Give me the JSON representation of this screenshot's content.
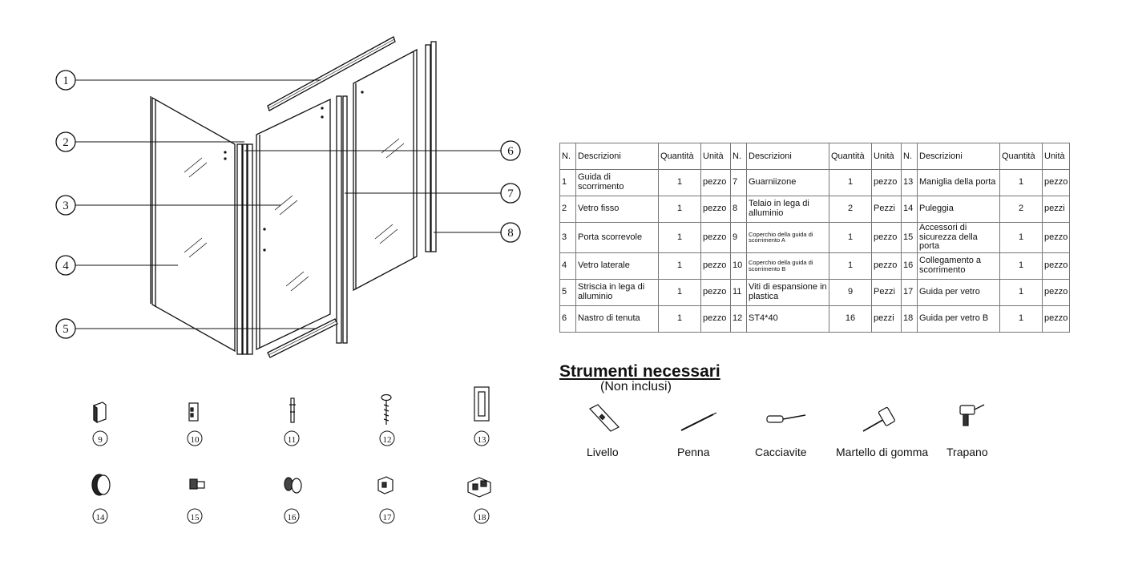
{
  "callouts": [
    "1",
    "2",
    "3",
    "4",
    "5",
    "6",
    "7",
    "8"
  ],
  "parts_row1": [
    "9",
    "10",
    "11",
    "12",
    "13"
  ],
  "parts_row2": [
    "14",
    "15",
    "16",
    "17",
    "18"
  ],
  "table": {
    "headers": [
      "N.",
      "Descrizioni",
      "Quantità",
      "Unità",
      "N.",
      "Descrizioni",
      "Quantità",
      "Unità",
      "N.",
      "Descrizioni",
      "Quantità",
      "Unità"
    ],
    "rows": [
      [
        [
          "1",
          "Guida di scorrimento",
          "1",
          "pezzo"
        ],
        [
          "7",
          "Guarniizone",
          "1",
          "pezzo"
        ],
        [
          "13",
          "Maniglia della porta",
          "1",
          "pezzo"
        ]
      ],
      [
        [
          "2",
          "Vetro fisso",
          "1",
          "pezzo"
        ],
        [
          "8",
          "Telaio in lega di alluminio",
          "2",
          "Pezzi"
        ],
        [
          "14",
          "Puleggia",
          "2",
          "pezzi"
        ]
      ],
      [
        [
          "3",
          "Porta scorrevole",
          "1",
          "pezzo"
        ],
        [
          "9",
          "Coperchio della guida di scorrimento A",
          "1",
          "pezzo"
        ],
        [
          "15",
          "Accessori di sicurezza della porta",
          "1",
          "pezzo"
        ]
      ],
      [
        [
          "4",
          "Vetro laterale",
          "1",
          "pezzo"
        ],
        [
          "10",
          "Coperchio della guida di scorrimento B",
          "1",
          "pezzo"
        ],
        [
          "16",
          "Collegamento a scorrimento",
          "1",
          "pezzo"
        ]
      ],
      [
        [
          "5",
          "Striscia in lega di alluminio",
          "1",
          "pezzo"
        ],
        [
          "11",
          "Viti di espansione in plastica",
          "9",
          "Pezzi"
        ],
        [
          "17",
          "Guida per vetro",
          "1",
          "pezzo"
        ]
      ],
      [
        [
          "6",
          "Nastro di tenuta",
          "1",
          "pezzo"
        ],
        [
          "12",
          "ST4*40",
          "16",
          "pezzi"
        ],
        [
          "18",
          "Guida per vetro B",
          "1",
          "pezzo"
        ]
      ]
    ]
  },
  "tools": {
    "title": "Strumenti necessari",
    "subtitle": "(Non inclusi)",
    "items": [
      "Livello",
      "Penna",
      "Cacciavite",
      "Martello di gomma",
      "Trapano"
    ]
  }
}
